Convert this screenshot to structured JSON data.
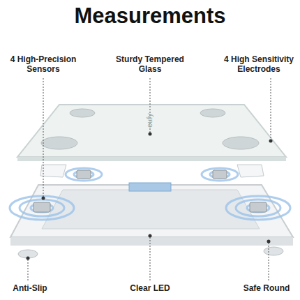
{
  "diagram": {
    "title": "Measurements",
    "labels": [
      "4 High-Precision Sensors",
      "Sturdy Tempered Glass",
      "4 High Sensitivity Electrodes",
      "eufy",
      "Anti-Slip",
      "Clear LED",
      "Safe Round"
    ]
  }
}
